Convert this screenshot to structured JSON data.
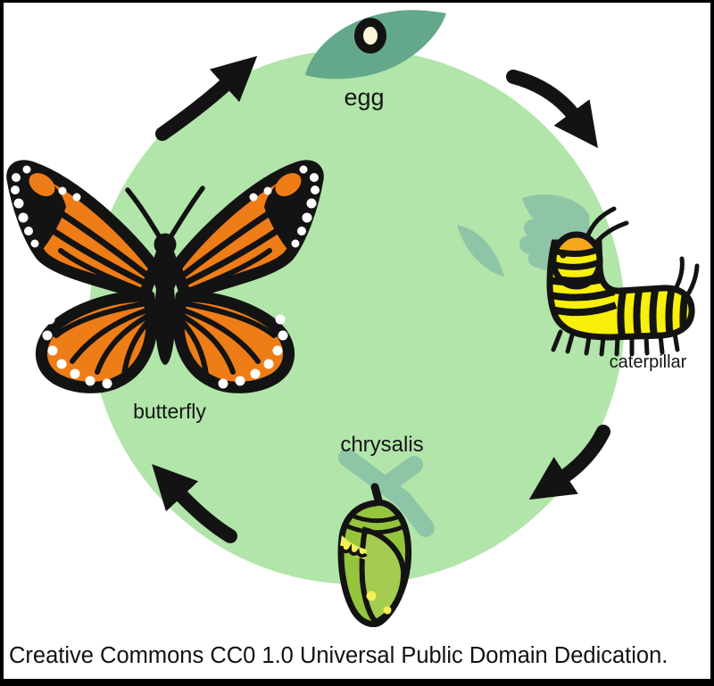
{
  "diagram": {
    "title_hint": "butterfly life cycle",
    "stages": [
      {
        "id": "egg",
        "label": "egg"
      },
      {
        "id": "caterpillar",
        "label": "caterpillar"
      },
      {
        "id": "chrysalis",
        "label": "chrysalis"
      },
      {
        "id": "butterfly",
        "label": "butterfly"
      }
    ],
    "caption": "Creative Commons CC0 1.0 Universal Public Domain Dedication.",
    "colors": {
      "background": "#ffffff",
      "circle_green": "#b1e5a9",
      "leaf_dark": "#63a88a",
      "leaf_light": "#8fc5a7",
      "egg_shell": "#fdf6d8",
      "caterpillar_yellow": "#f8ef0a",
      "caterpillar_orange": "#f6a71c",
      "chrysalis_green": "#95c43d",
      "chrysalis_light_green": "#a4cc50",
      "chrysalis_yellow": "#f2ef57",
      "butterfly_orange": "#ee7c17",
      "outline_black": "#131313",
      "text_black": "#111111"
    }
  }
}
